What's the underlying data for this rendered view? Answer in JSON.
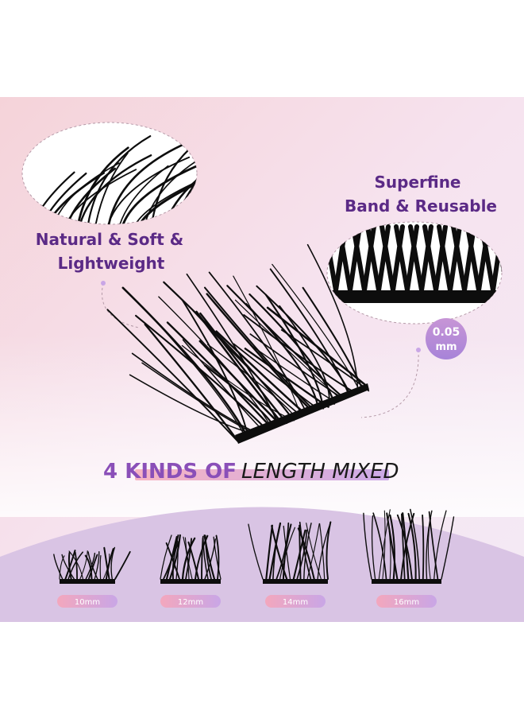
{
  "feature_left": {
    "line1": "Natural & Soft &",
    "line2": "Lightweight"
  },
  "feature_right": {
    "line1": "Superfine",
    "line2": "Band & Reusable"
  },
  "band_badge": {
    "value": "0.05",
    "unit": "mm"
  },
  "headline": {
    "part1": "4 KINDS OF",
    "part2": "LENGTH MIXED"
  },
  "lengths": [
    {
      "label": "10mm",
      "length_mm": 10
    },
    {
      "label": "12mm",
      "length_mm": 12
    },
    {
      "label": "14mm",
      "length_mm": 14
    },
    {
      "label": "16mm",
      "length_mm": 16
    }
  ],
  "colors": {
    "text_purple": "#5b2a86",
    "badge_purple": "#b286d8",
    "pill_pink": "#f3a7bd",
    "pill_lilac": "#c9a6e6",
    "bottom_band": "#d9c4e4",
    "lash": "#0d0d0d"
  }
}
